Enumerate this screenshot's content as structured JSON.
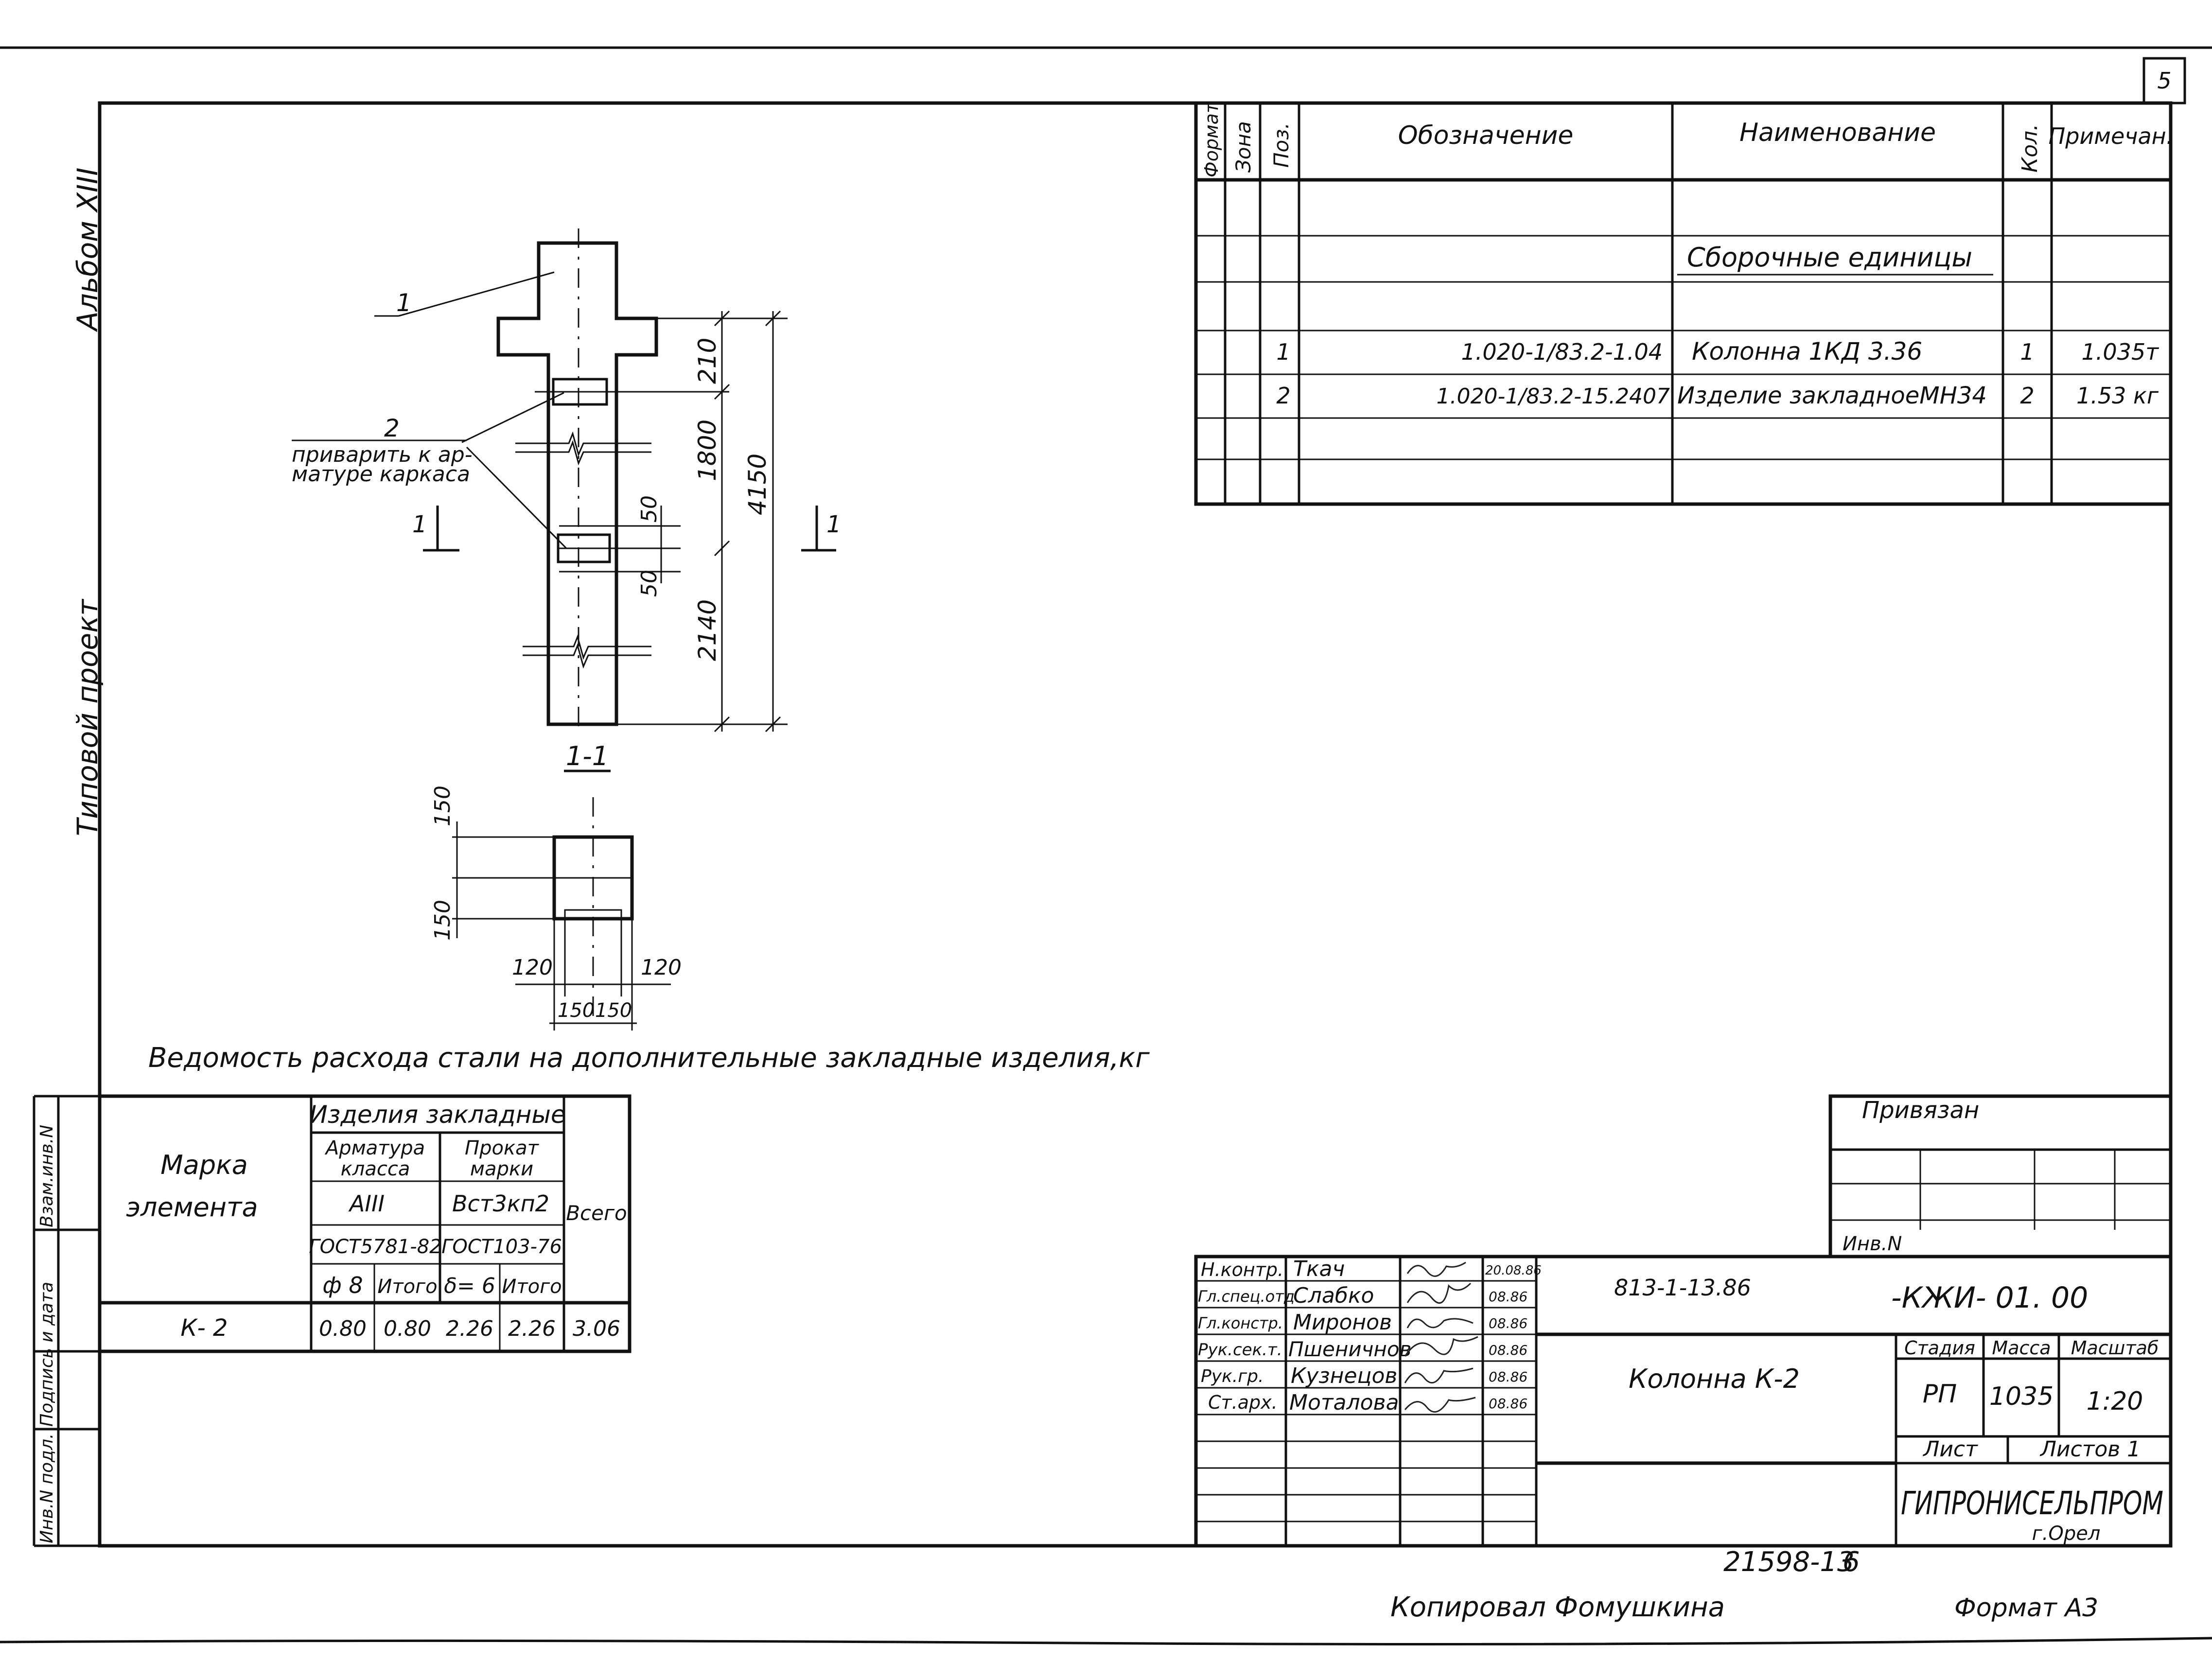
{
  "sheet_number": "5",
  "side_labels": {
    "album": "Альбом XIII",
    "project": "Типовой проект"
  },
  "left_strip": {
    "vzam": "Взам.инв.N",
    "podpis": "Подпись и дата",
    "inv": "Инв.N подл."
  },
  "spec": {
    "headers": {
      "format": "Формат",
      "zone": "Зона",
      "pos": "Поз.",
      "designation": "Обозначение",
      "name": "Наименование",
      "qty": "Кол.",
      "note": "Примечан."
    },
    "section": "Сборочные единицы",
    "rows": [
      {
        "pos": "1",
        "designation": "1.020-1/83.2-1.04",
        "name": "Колонна 1КД 3.36",
        "qty": "1",
        "note": "1.035т"
      },
      {
        "pos": "2",
        "designation": "1.020-1/83.2-15.2407",
        "name": "Изделие закладноеМН34",
        "qty": "2",
        "note": "1.53 кг"
      }
    ]
  },
  "drawing": {
    "callout1": "1",
    "callout2": "2",
    "note": [
      "приварить к ар-",
      "матуре каркаса"
    ],
    "dims": {
      "d210": "210",
      "d1800": "1800",
      "d4150": "4150",
      "d50a": "50",
      "d50b": "50",
      "d2140": "2140"
    },
    "cut_left": "1",
    "cut_right": "1",
    "section_title": "1-1",
    "sec_dims": {
      "s150a": "150",
      "s150b": "150",
      "s120a": "120",
      "s120b": "120",
      "s150c": "150",
      "s150d": "150"
    }
  },
  "steel": {
    "title": "Ведомость расхода стали на дополнительные закладные изделия,кг",
    "mark_header": [
      "Марка",
      "элемента"
    ],
    "items_header": "Изделия закладные",
    "rebar_header": [
      "Арматура",
      "класса"
    ],
    "rolled_header": [
      "Прокат",
      "марки"
    ],
    "rebar_class": "AIII",
    "rolled_grade": "Вст3кп2",
    "rebar_gost": "ГОСТ5781-82",
    "rolled_gost": "ГОСТ103-76",
    "total_header": "Всего",
    "sub": {
      "phi": "ф 8",
      "itogo1": "Итого",
      "delta": "δ= 6",
      "itogo2": "Итого"
    },
    "row": {
      "mark": "К- 2",
      "v1": "0.80",
      "v2": "0.80",
      "v3": "2.26",
      "v4": "2.26",
      "total": "3.06"
    }
  },
  "title_block": {
    "privyazan": "Привязан",
    "inv_n": "Инв.N",
    "roles": [
      {
        "role": "Н.контр.",
        "name": "Ткач",
        "date": "20.08.86"
      },
      {
        "role": "Гл.спец.отд",
        "name": "Слабко",
        "date": "08.86"
      },
      {
        "role": "Гл.констр.",
        "name": "Миронов",
        "date": "08.86"
      },
      {
        "role": "Рук.сек.т.",
        "name": "Пшеничнов",
        "date": "08.86"
      },
      {
        "role": "Рук.гр.",
        "name": "Кузнецов",
        "date": "08.86"
      },
      {
        "role": "Ст.арх.",
        "name": "Моталова",
        "date": "08.86"
      }
    ],
    "doc_code": "813-1-13.86",
    "sheet_code": "-КЖИ- 01. 00",
    "object_name": "Колонна К-2",
    "stage_h": "Стадия",
    "mass_h": "Масса",
    "scale_h": "Масштаб",
    "stage": "РП",
    "mass": "1035",
    "scale": "1:20",
    "list_h": "Лист",
    "lists_h": "Листов 1",
    "org": "ГИПРОНИСЕЛЬПРОМ",
    "city": "г.Орел"
  },
  "footer": {
    "archive": "21598-13",
    "archive_sheet": "6",
    "copied": "Копировал Фомушкина",
    "format": "Формат А3"
  }
}
